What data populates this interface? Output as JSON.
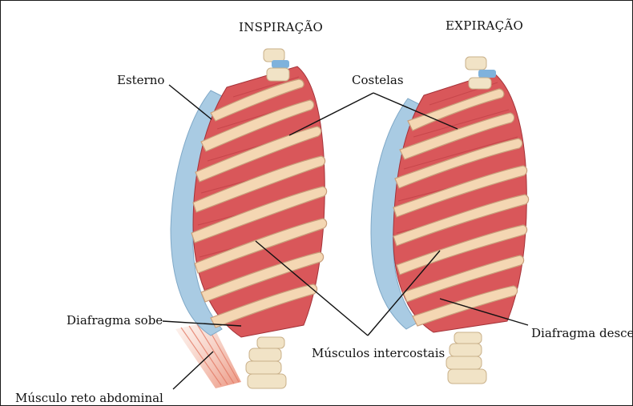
{
  "titles": {
    "inspiration": "INSPIRAÇÃO",
    "expiration": "EXPIRAÇÃO"
  },
  "labels": {
    "sternum": "Esterno",
    "ribs": "Costelas",
    "diaphragm_up": "Diafragma sobe",
    "diaphragm_down": "Diafragma desce",
    "intercostal_muscles": "Músculos intercostais",
    "rectus_abdominis": "Músculo reto abdominal"
  },
  "colors": {
    "muscle": "#d9575a",
    "muscle_dark": "#b8383e",
    "rib": "#f4d7b3",
    "rib_outline": "#c99f7c",
    "cartilage": "#a9cbe3",
    "vertebra": "#f1e3c6",
    "vertebra_blue": "#7fb2dc",
    "leader": "#111111"
  }
}
